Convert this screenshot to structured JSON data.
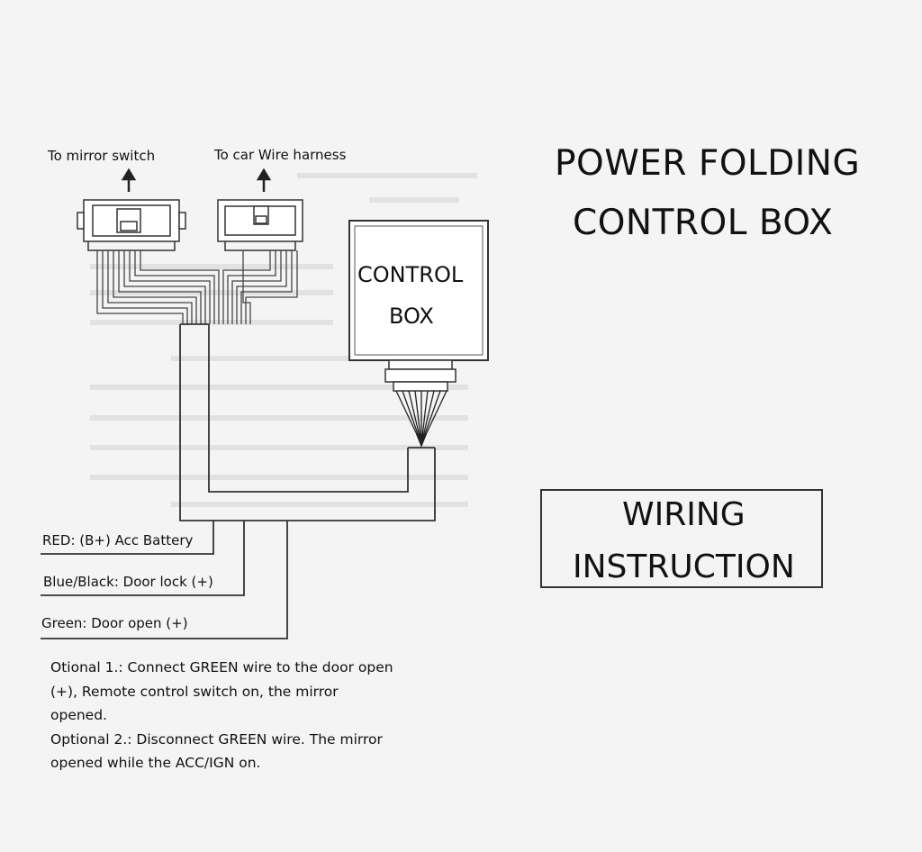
{
  "connectors": {
    "mirror_switch_label": "To mirror switch",
    "car_harness_label": "To car Wire harness"
  },
  "title": {
    "line1": "POWER FOLDING",
    "line2": "CONTROL BOX"
  },
  "control_box": {
    "line1": "CONTROL",
    "line2": "BOX"
  },
  "wires": {
    "red": "RED: (B+) Acc Battery",
    "blue_black": "Blue/Black: Door lock (+)",
    "green": "Green: Door open (+)"
  },
  "wiring_instruction": {
    "line1": "WIRING",
    "line2": "INSTRUCTION"
  },
  "notes": [
    "Otional 1.: Connect GREEN wire to the door open",
    "(+), Remote control switch on, the mirror",
    "opened.",
    "Optional 2.: Disconnect GREEN wire. The mirror",
    "opened while the ACC/IGN on."
  ]
}
